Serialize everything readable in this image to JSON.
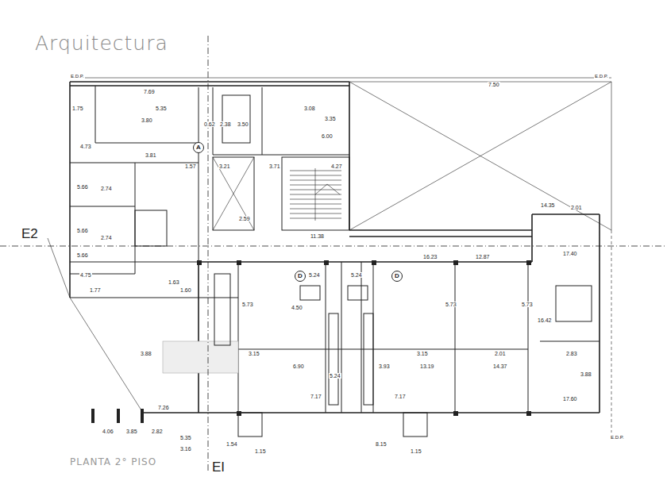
{
  "diagram": {
    "title": "Arquitectura",
    "caption": "PLANTA 2° PISO",
    "nodes": [
      {
        "text": [
          "A"
        ]
      },
      {
        "text": [
          "D"
        ]
      },
      {
        "text": [
          "D"
        ]
      }
    ],
    "labels": [
      "E.D.P.",
      "1.75",
      "7.69",
      "5.35",
      "3.80",
      "0.62",
      "2.38",
      "3.50",
      "3.08",
      "3.35",
      "6.00",
      "4.73",
      "3.81",
      "1.57",
      "3.21",
      "3.71",
      "4.27",
      "2.74",
      "5.66",
      "5.66",
      "2.74",
      "2.59",
      "11.38",
      "5.66",
      "14.35",
      "2.01",
      "16.23",
      "12.87",
      "17.40",
      "4.75",
      "1.77",
      "1.63",
      "1.60",
      "5.24",
      "5.24",
      "4.50",
      "16.42",
      "3.88",
      "3.15",
      "3.15",
      "2.01",
      "2.83",
      "6.90",
      "5.24",
      "3.93",
      "13.19",
      "14.37",
      "5.73",
      "5.73",
      "5.73",
      "3.88",
      "17.60",
      "7.26",
      "7.17",
      "7.17",
      "4.06",
      "3.85",
      "2.82",
      "5.35",
      "3.16",
      "1.54",
      "1.15",
      "8.15",
      "1.15",
      "7.50",
      "E.D.P.",
      "E.D.P.",
      "E2",
      "EI"
    ]
  }
}
